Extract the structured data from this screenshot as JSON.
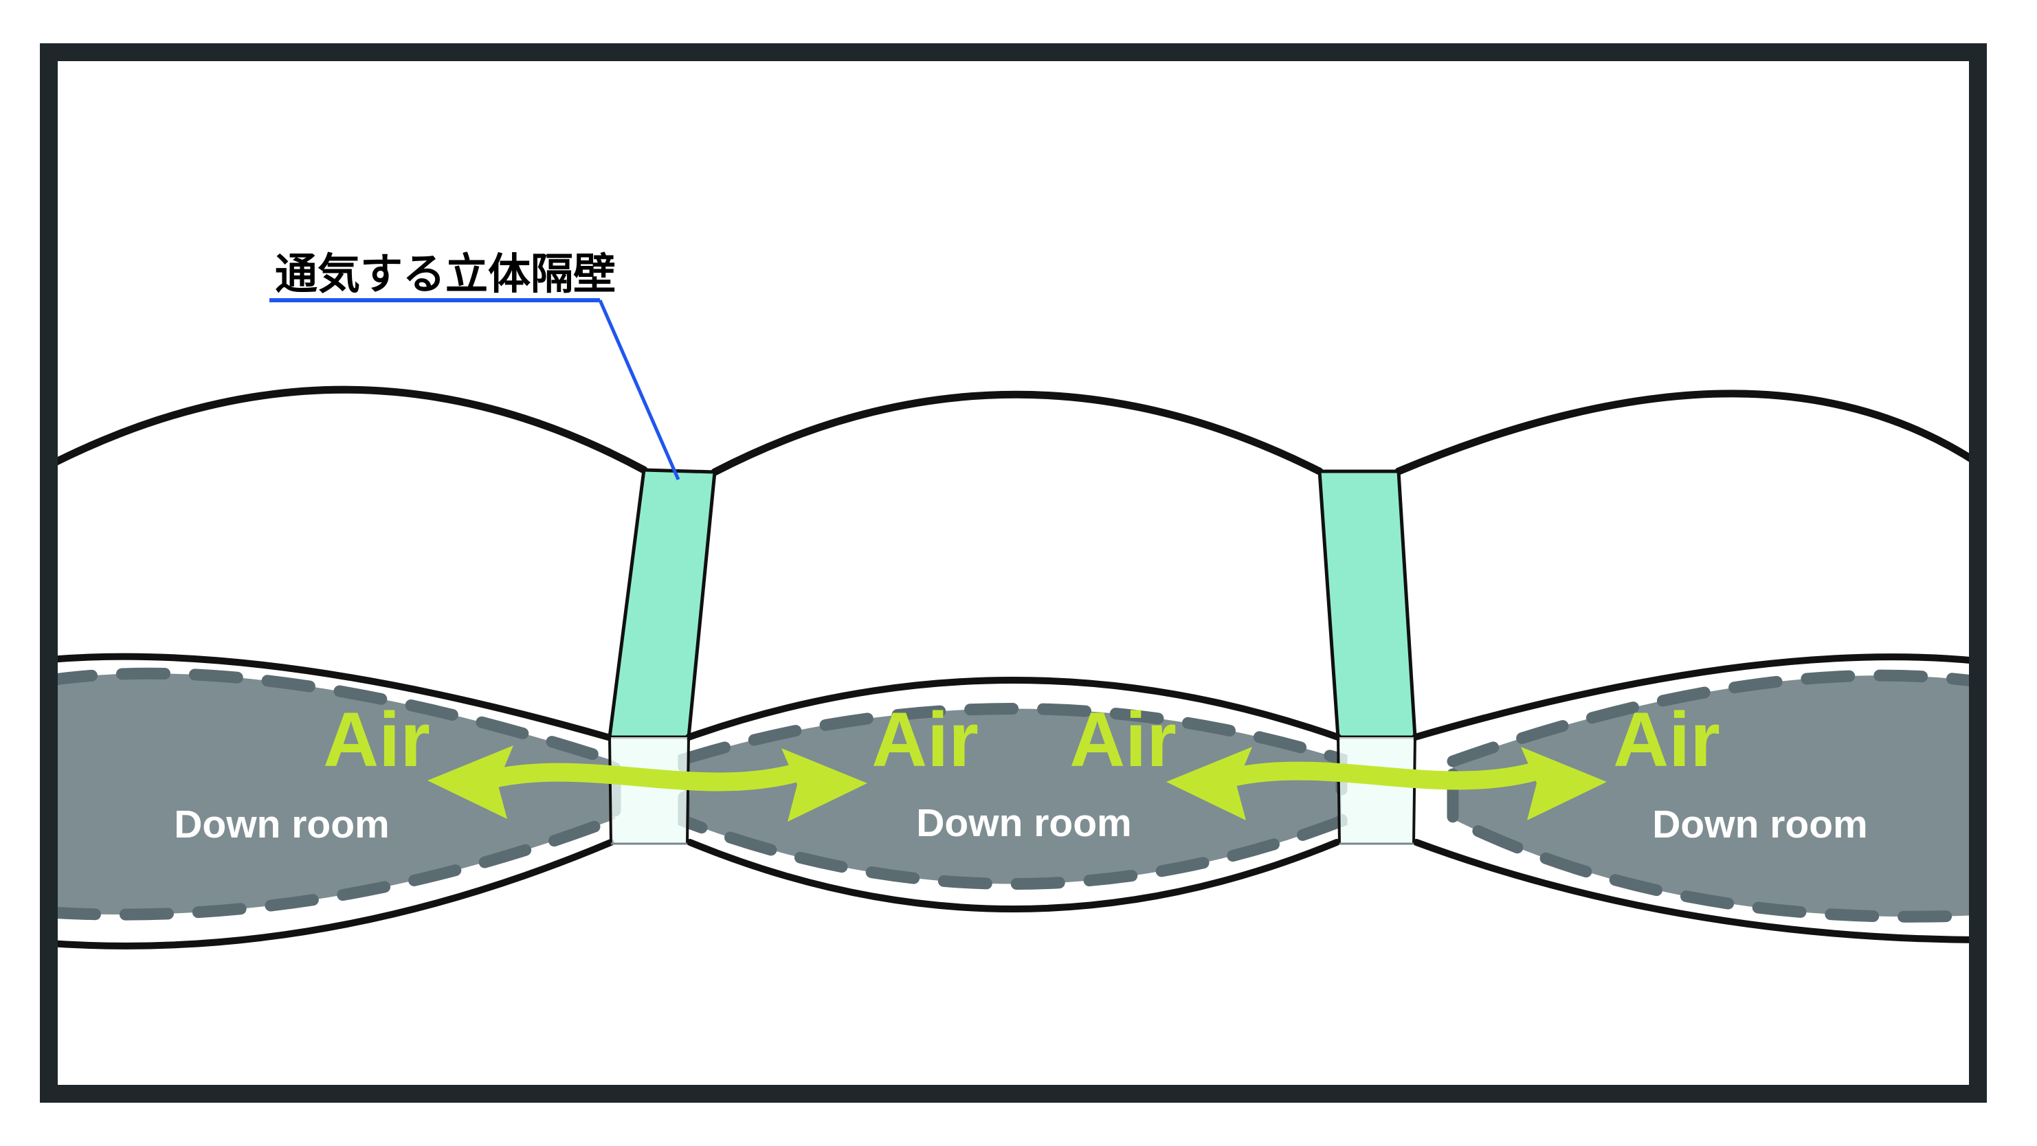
{
  "diagram": {
    "baffle_label": "通気する立体隔壁",
    "air_labels": [
      "Air",
      "Air",
      "Air",
      "Air"
    ],
    "room_labels": [
      "Down room",
      "Down room",
      "Down room"
    ],
    "colors": {
      "frame": "#1f272b",
      "fabric_line": "#111111",
      "down_fill": "#7e8d91",
      "liner_dash": "#5b6b72",
      "baffle_fill": "#91ecce",
      "baffle_fill_light": "rgba(236,252,247,0.8)",
      "accent_green": "#c2e630",
      "leader_blue": "#2056ee",
      "label_text": "#000000",
      "room_text": "#ffffff"
    }
  }
}
